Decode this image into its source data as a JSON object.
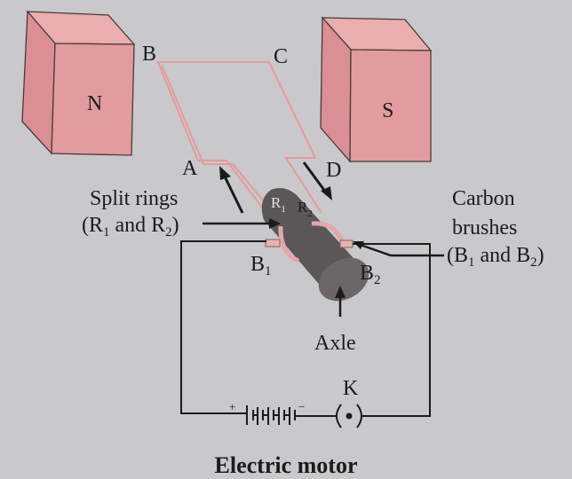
{
  "diagram": {
    "title": "Electric motor",
    "colors": {
      "background": "#c9c8cb",
      "magnet_front": "#e29c9e",
      "magnet_side": "#d98f93",
      "magnet_top": "#eaaeae",
      "coil": "#e69a9a",
      "axle": "#5b5658",
      "ink": "#1d1a1c"
    },
    "magnets": {
      "north": {
        "label": "N"
      },
      "south": {
        "label": "S"
      }
    },
    "coil_corners": {
      "a": "A",
      "b": "B",
      "c": "C",
      "d": "D"
    },
    "split_rings": {
      "line1": "Split rings",
      "open": "(R",
      "sub1": "1",
      "and": " and R",
      "sub2": "2",
      "close": ")",
      "r1": "R",
      "r1_sub": "1",
      "r2": "R",
      "r2_sub": "2"
    },
    "carbon_brushes": {
      "line1": "Carbon",
      "line2": "brushes",
      "open": "(B",
      "sub1": "1",
      "and": " and B",
      "sub2": "2",
      "close": ")"
    },
    "brush_b1": {
      "label": "B",
      "sub": "1"
    },
    "brush_b2": {
      "label": "B",
      "sub": "2"
    },
    "axle": {
      "label": "Axle"
    },
    "key": {
      "label": "K"
    },
    "battery": {
      "plus": "+",
      "minus": "−"
    }
  }
}
